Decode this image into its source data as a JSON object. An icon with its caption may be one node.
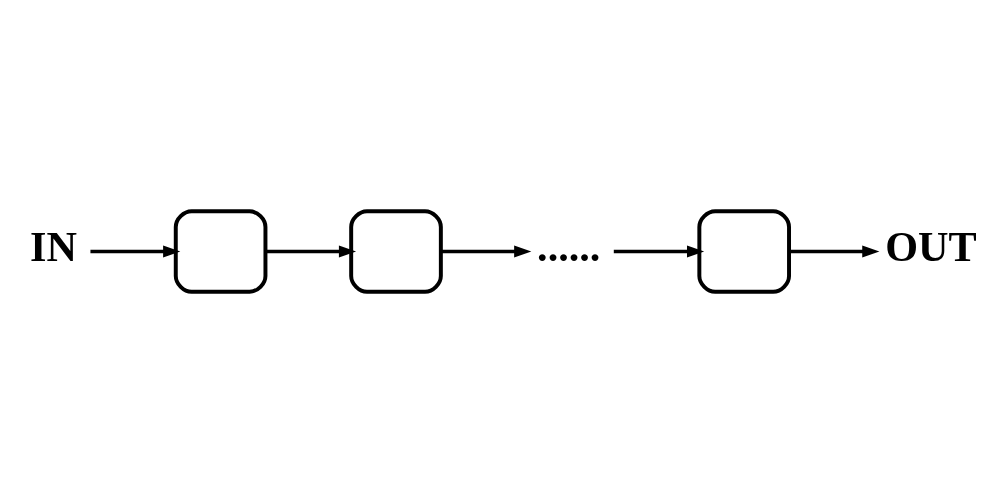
{
  "diagram": {
    "nodes": [
      {
        "text": [
          "IN"
        ]
      },
      {
        "text": [],
        "shape": "box"
      },
      {
        "text": [],
        "shape": "box"
      },
      {
        "text": [
          "......"
        ]
      },
      {
        "text": [],
        "shape": "box"
      },
      {
        "text": [
          "OUT"
        ]
      }
    ],
    "edges": [
      {
        "from": 0,
        "to": 1,
        "arrow": "to"
      },
      {
        "from": 1,
        "to": 2,
        "arrow": "to"
      },
      {
        "from": 2,
        "to": 3,
        "arrow": "to"
      },
      {
        "from": 3,
        "to": 4,
        "arrow": "to"
      },
      {
        "from": 4,
        "to": 5,
        "arrow": "to"
      }
    ]
  }
}
